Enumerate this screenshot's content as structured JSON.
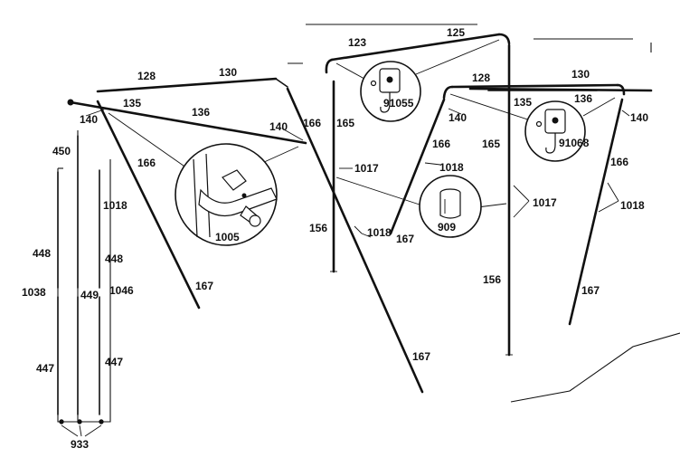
{
  "labels": {
    "p128a": "128",
    "p130a": "130",
    "p135a": "135",
    "p136a": "136",
    "p140a": "140",
    "p140b": "140",
    "p166a": "166",
    "p166b": "166",
    "p450": "450",
    "p1018a": "1018",
    "p448a": "448",
    "p448b": "448",
    "p1038": "1038",
    "p449": "449",
    "p1046": "1046",
    "p447a": "447",
    "p447b": "447",
    "p933": "933",
    "p1005": "1005",
    "p167a": "167",
    "p123": "123",
    "p125": "125",
    "p165a": "165",
    "p91055": "91055",
    "p1017a": "1017",
    "p156a": "156",
    "p1018b": "1018",
    "p167b": "167",
    "p128b": "128",
    "p130b": "130",
    "p135b": "135",
    "p136b": "136",
    "p140c": "140",
    "p140d": "140",
    "p166c": "166",
    "p1018c": "1018",
    "p165b": "165",
    "p91068": "91068",
    "p166d": "166",
    "p1017b": "1017",
    "p1018d": "1018",
    "p909": "909",
    "p167c": "167",
    "p156b": "156",
    "p167d": "167"
  },
  "colors": {
    "ink": "#111111",
    "paper": "#ffffff"
  }
}
